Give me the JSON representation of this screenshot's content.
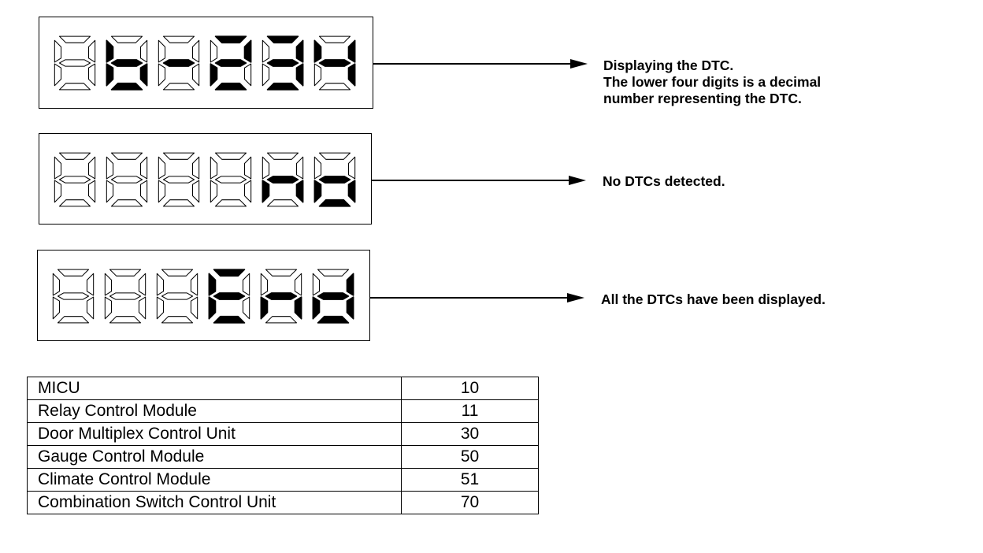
{
  "displays": [
    {
      "id": "dtc",
      "digits": [
        "",
        "b",
        "-",
        "2",
        "3",
        "4"
      ],
      "caption": [
        "Displaying the DTC.",
        "The lower four digits is a decimal",
        "number representing the DTC."
      ]
    },
    {
      "id": "no-dtc",
      "digits": [
        "",
        "",
        "",
        "",
        "n",
        "o"
      ],
      "caption": [
        "No DTCs detected."
      ]
    },
    {
      "id": "end",
      "digits": [
        "",
        "",
        "",
        "E",
        "n",
        "d"
      ],
      "caption": [
        "All the DTCs have been displayed."
      ]
    }
  ],
  "table": {
    "rows": [
      {
        "name": "MICU",
        "code": "10"
      },
      {
        "name": "Relay Control Module",
        "code": "11"
      },
      {
        "name": "Door Multiplex Control Unit",
        "code": "30"
      },
      {
        "name": "Gauge Control Module",
        "code": "50"
      },
      {
        "name": "Climate Control Module",
        "code": "51"
      },
      {
        "name": "Combination Switch Control Unit",
        "code": "70"
      }
    ]
  },
  "colors": {
    "segment_on": "#000000",
    "segment_off": "#ffffff",
    "line": "#000000"
  }
}
